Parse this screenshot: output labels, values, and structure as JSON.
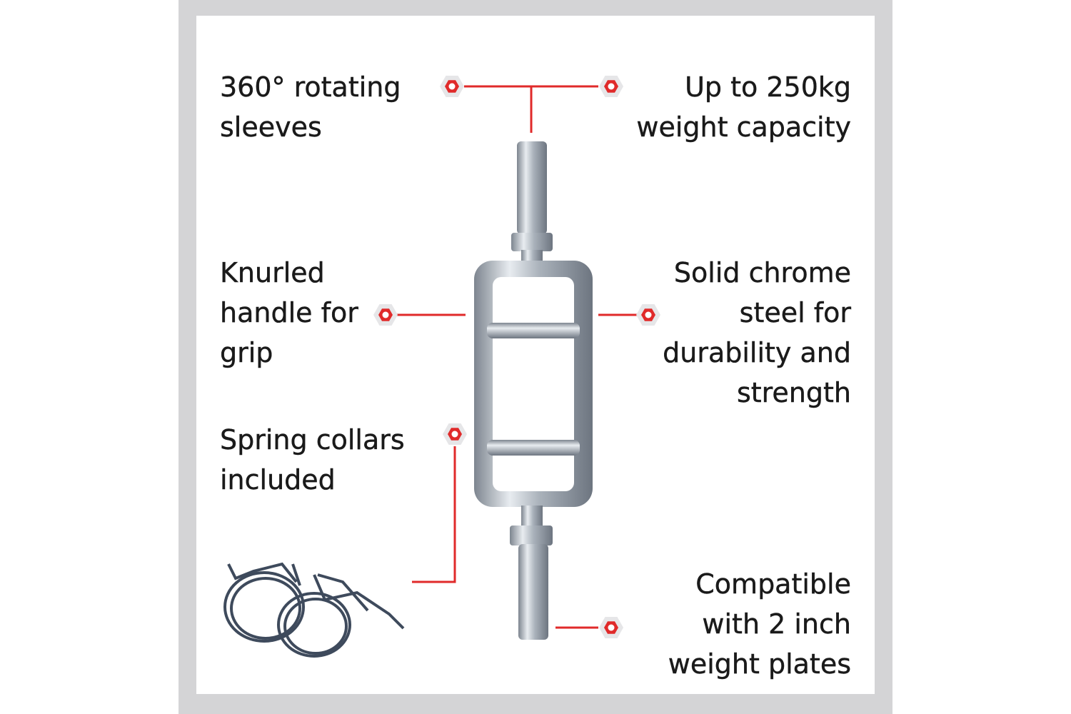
{
  "features": {
    "rotating_sleeves": "360° rotating\nsleeves",
    "weight_capacity": "Up to 250kg\nweight capacity",
    "knurled_handle": "Knurled\nhandle for\ngrip",
    "chrome_steel": "Solid chrome\nsteel for\ndurability and\nstrength",
    "spring_collars": "Spring collars\nincluded",
    "compatible": "Compatible\nwith 2 inch\nweight plates"
  },
  "colors": {
    "accent": "#e02a2a",
    "frame": "#d4d4d6",
    "hex": "#e6e6e8"
  },
  "icons": {
    "marker": "hex-nut-icon"
  }
}
